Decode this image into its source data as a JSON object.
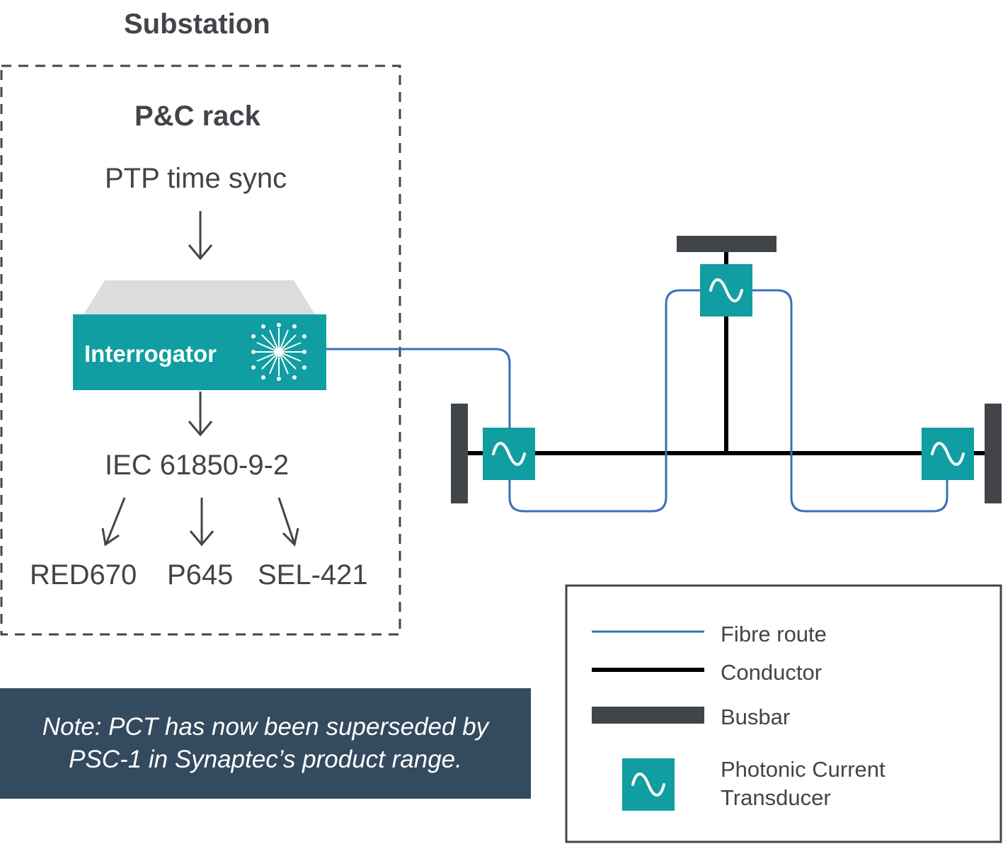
{
  "labels": {
    "substation": "Substation",
    "rack": "P&C rack",
    "ptp": "PTP time sync",
    "interrogator": "Interrogator",
    "iec": "IEC 61850-9-2",
    "relays": [
      "RED670",
      "P645",
      "SEL-421"
    ]
  },
  "note": "Note: PCT has now been superseded by\nPSC-1 in Synaptec’s product range.",
  "legend": {
    "fibre": "Fibre route",
    "conductor": "Conductor",
    "busbar": "Busbar",
    "pct_line1": "Photonic Current",
    "pct_line2": "Transducer"
  },
  "colors": {
    "fibre": "#3a6fba",
    "conductor": "#000000",
    "busbar": "#414549",
    "pct": "#109ea2",
    "interrogator": "#109ea2",
    "note_bg": "#344a5e",
    "text": "#414549"
  },
  "icons": {
    "interrogator": "starburst-icon",
    "pct": "sine-wave-icon",
    "arrow": "arrow-down-icon"
  }
}
